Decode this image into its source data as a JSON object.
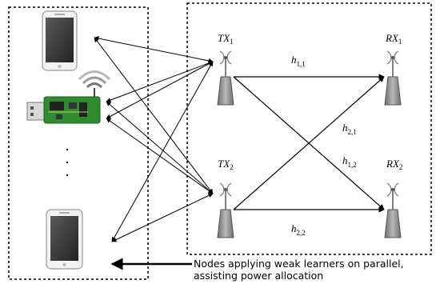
{
  "labels": {
    "tx1": {
      "main": "TX",
      "sub": "1"
    },
    "tx2": {
      "main": "TX",
      "sub": "2"
    },
    "rx1": {
      "main": "RX",
      "sub": "1"
    },
    "rx2": {
      "main": "RX",
      "sub": "2"
    },
    "h11": {
      "main": "h",
      "sub": "1,1"
    },
    "h21": {
      "main": "h",
      "sub": "2,1"
    },
    "h12": {
      "main": "h",
      "sub": "1,2"
    },
    "h22": {
      "main": "h",
      "sub": "2,2"
    }
  },
  "ellipsis": "·\n·\n·",
  "caption": {
    "line1": "Nodes applying weak learners on parallel,",
    "line2": "assisting power allocation"
  },
  "colors": {
    "usb_board": "#2e8b2e",
    "antenna_body": "#8c8c8c",
    "phone_screen": "#3a3a3a"
  }
}
